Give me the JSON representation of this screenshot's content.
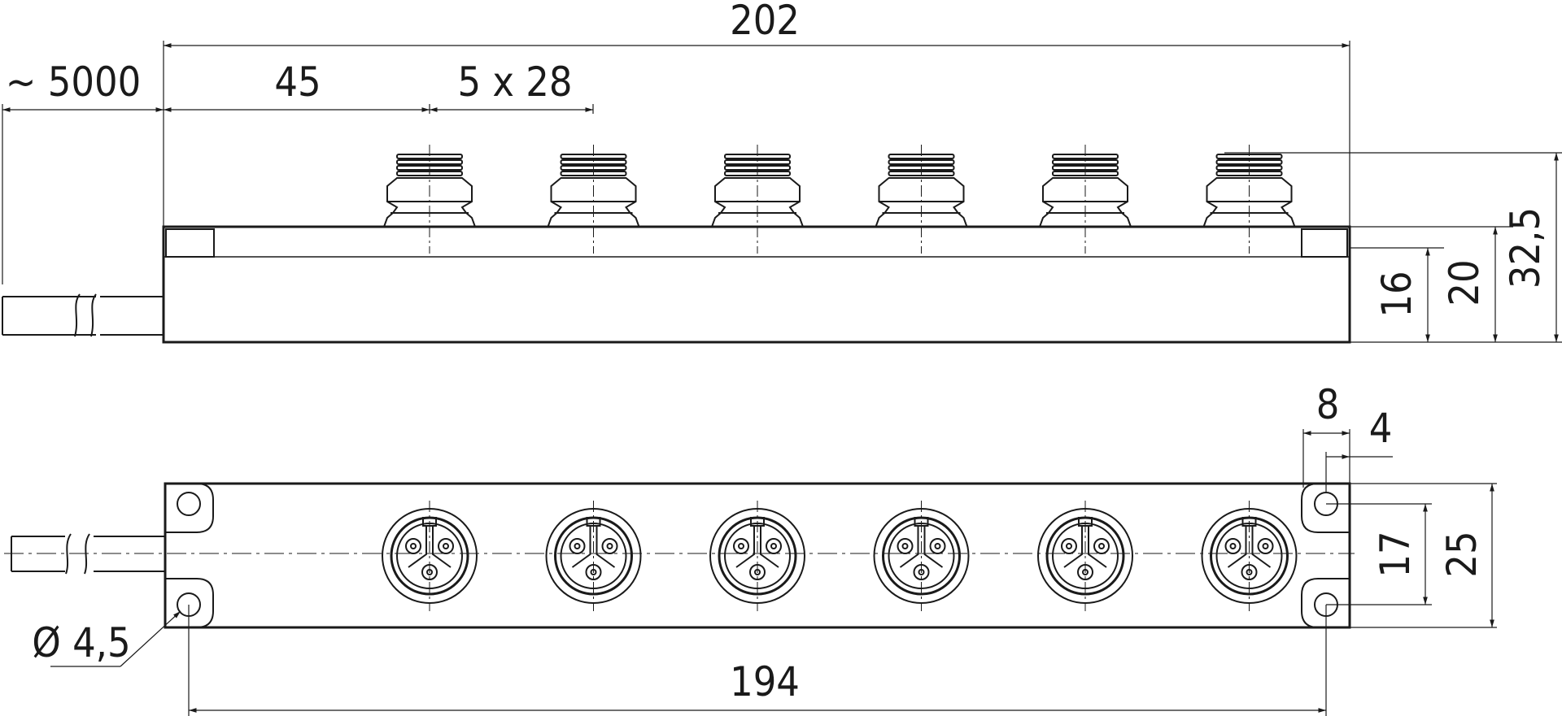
{
  "dimensions": {
    "overall_length": "202",
    "cable_length": "~ 5000",
    "first_offset": "45",
    "pitch": "5 x 28",
    "body_height": "16",
    "height_with_flange": "20",
    "total_height": "32,5",
    "hole_edge": "8",
    "hole_center": "4",
    "hole_spacing_v": "17",
    "body_width": "25",
    "hole_diameter": "Ø 4,5",
    "hole_spacing_h": "194"
  },
  "connector_count": 6,
  "colors": {
    "line": "#1a1a1a",
    "background": "#ffffff"
  }
}
